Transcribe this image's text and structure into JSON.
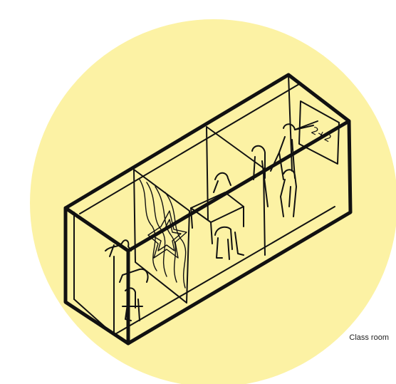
{
  "caption": "Class room",
  "colors": {
    "background": "#ffffff",
    "circle": "#fcf2a4",
    "ink": "#111111"
  },
  "illustration": {
    "subject": "isometric-classroom-sketch",
    "board_text": "2+2"
  }
}
